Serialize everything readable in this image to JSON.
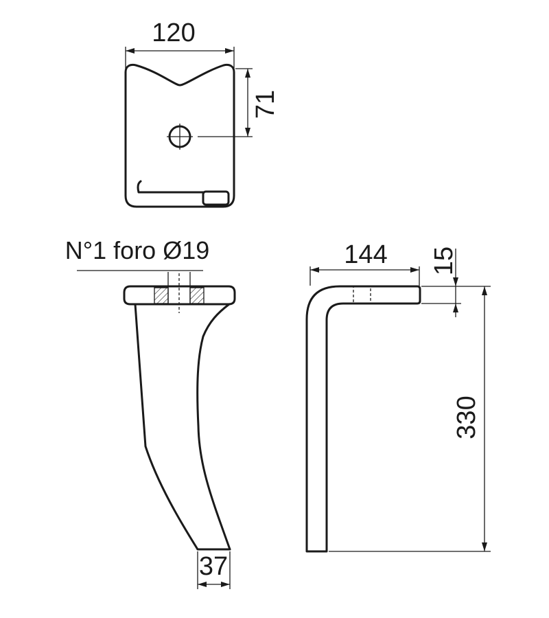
{
  "dimensions": {
    "top_width": "120",
    "top_hole_offset": "71",
    "hole_note": "N°1 foro Ø19",
    "tip_width": "37",
    "side_length": "144",
    "side_thickness": "15",
    "side_height": "330"
  },
  "colors": {
    "line": "#1a1a1a",
    "background": "#ffffff"
  }
}
